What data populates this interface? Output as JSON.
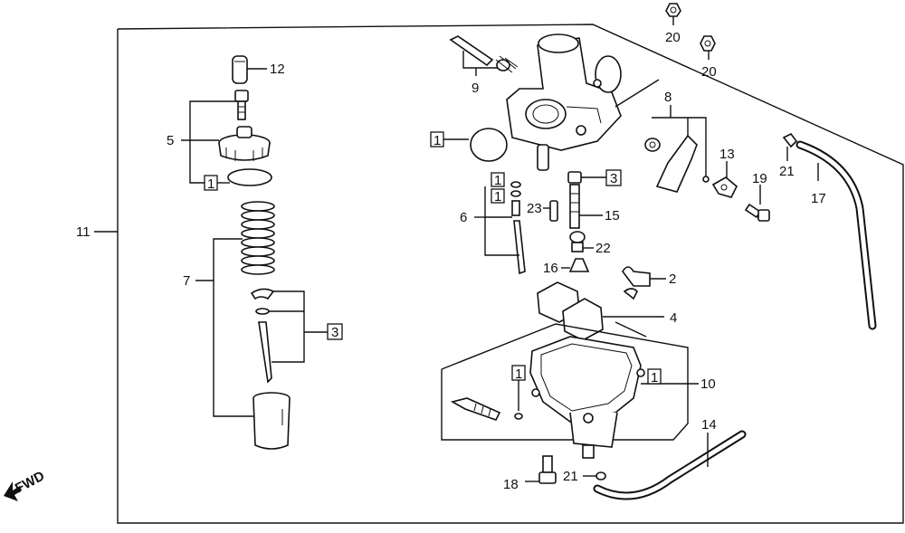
{
  "callouts": {
    "p1": "1",
    "p2": "2",
    "p3": "3",
    "p4": "4",
    "p5": "5",
    "p6": "6",
    "p7": "7",
    "p8": "8",
    "p9": "9",
    "p10": "10",
    "p11": "11",
    "p12": "12",
    "p13": "13",
    "p14": "14",
    "p15": "15",
    "p16": "16",
    "p17": "17",
    "p18": "18",
    "p19": "19",
    "p20": "20",
    "p21": "21",
    "p22": "22",
    "p23": "23"
  },
  "direction_label": "FWD"
}
